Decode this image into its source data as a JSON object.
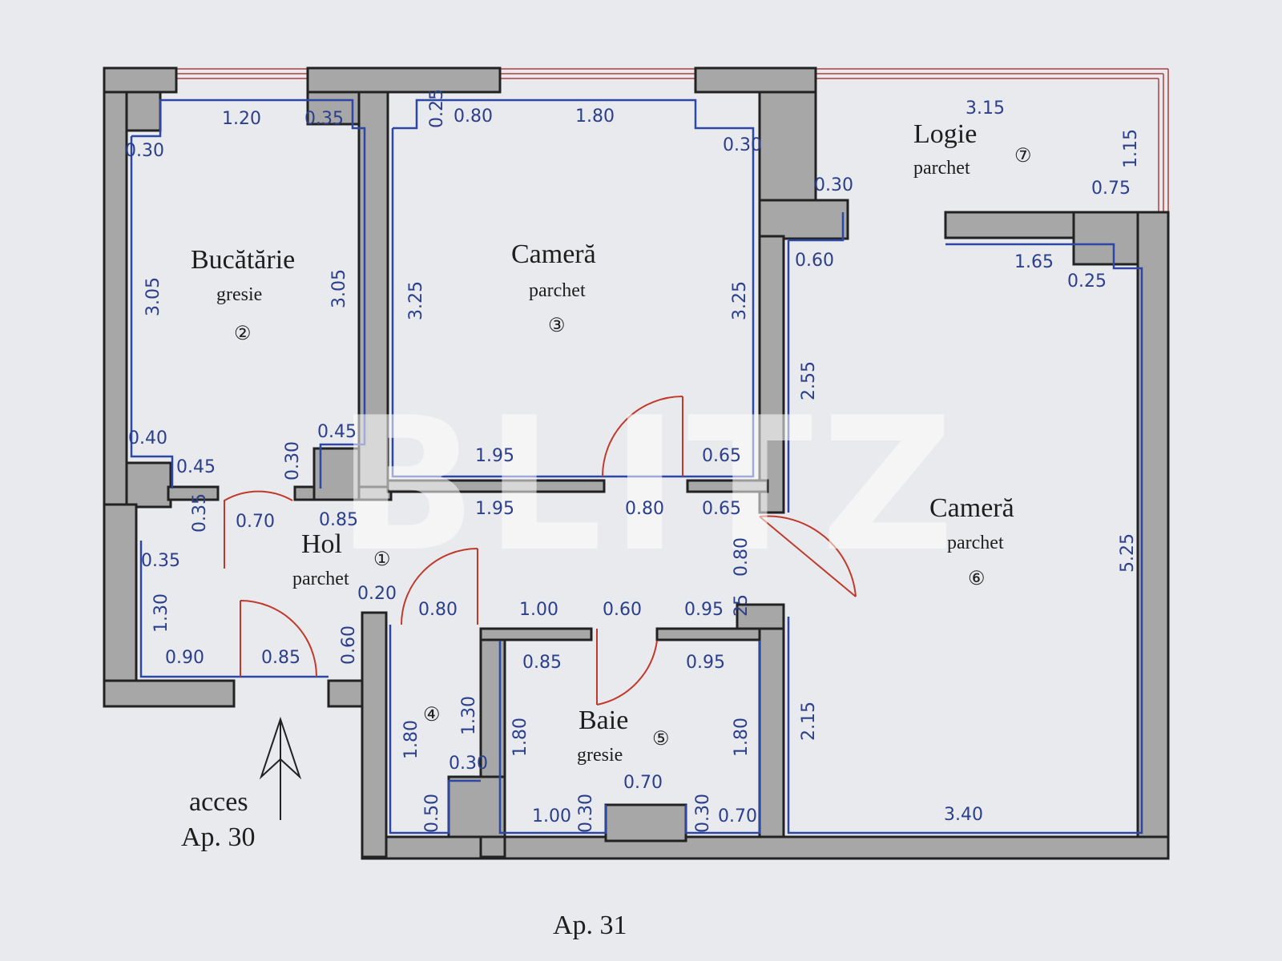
{
  "watermark": "BLITZ",
  "rooms": {
    "hol": {
      "name": "Hol",
      "floor": "parchet",
      "number": "①"
    },
    "bucatarie": {
      "name": "Bucătărie",
      "floor": "gresie",
      "number": "②"
    },
    "camera3": {
      "name": "Cameră",
      "floor": "parchet",
      "number": "③"
    },
    "room4": {
      "number": "④"
    },
    "baie": {
      "name": "Baie",
      "floor": "gresie",
      "number": "⑤"
    },
    "camera6": {
      "name": "Cameră",
      "floor": "parchet",
      "number": "⑥"
    },
    "logie": {
      "name": "Logie",
      "floor": "parchet",
      "number": "⑦"
    }
  },
  "dimensions": {
    "d_120": "1.20",
    "d_035a": "0.35",
    "d_030a": "0.30",
    "d_025a": "0.25",
    "d_080a": "0.80",
    "d_180a": "1.80",
    "d_030b": "0.30",
    "d_315": "3.15",
    "d_115": "1.15",
    "d_030c": "0.30",
    "d_075": "0.75",
    "d_305a": "3.05",
    "d_305b": "3.05",
    "d_325a": "3.25",
    "d_325b": "3.25",
    "d_060a": "0.60",
    "d_165": "1.65",
    "d_025b": "0.25",
    "d_255": "2.55",
    "d_040": "0.40",
    "d_045a": "0.45",
    "d_045b": "0.45",
    "d_030d": "0.30",
    "d_195a": "1.95",
    "d_065a": "0.65",
    "d_195b": "1.95",
    "d_080b": "0.80",
    "d_065b": "0.65",
    "d_035b": "0.35",
    "d_070a": "0.70",
    "d_085a": "0.85",
    "d_035c": "0.35",
    "d_130a": "1.30",
    "d_020": "0.20",
    "d_080c": "0.80",
    "d_100a": "1.00",
    "d_060b": "0.60",
    "d_095a": "0.95",
    "d_025c": "25",
    "d_080d": "0.80",
    "d_525": "5.25",
    "d_090": "0.90",
    "d_085b": "0.85",
    "d_060c": "0.60",
    "d_085c": "0.85",
    "d_095b": "0.95",
    "d_180b": "1.80",
    "d_130b": "1.30",
    "d_030e": "0.30",
    "d_050": "0.50",
    "d_180c": "1.80",
    "d_180d": "1.80",
    "d_215": "2.15",
    "d_070b": "0.70",
    "d_100b": "1.00",
    "d_030f": "0.30",
    "d_030g": "0.30",
    "d_070c": "0.70",
    "d_340": "3.40"
  },
  "access": {
    "line1": "acces",
    "line2": "Ap. 30"
  },
  "apartment_label": "Ap. 31",
  "colors": {
    "wall": "#a7a7a7",
    "dimension": "#2b3f8a",
    "door": "#c0392b",
    "background": "#e9eaed"
  }
}
